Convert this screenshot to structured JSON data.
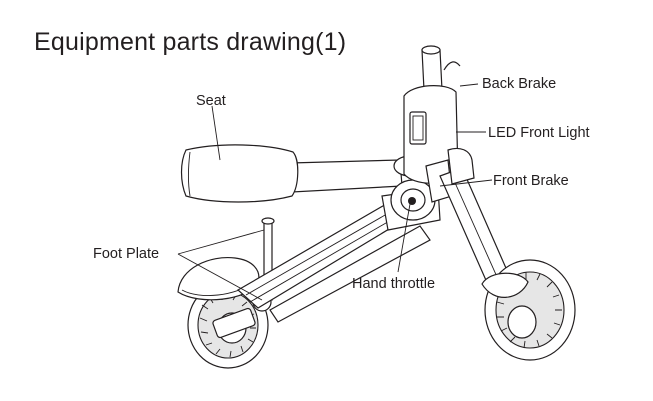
{
  "title": "Equipment parts drawing(1)",
  "labels": {
    "seat": "Seat",
    "back_brake": "Back Brake",
    "led_front_light": "LED Front Light",
    "front_brake": "Front Brake",
    "foot_plate": "Foot Plate",
    "hand_throttle": "Hand throttle"
  }
}
